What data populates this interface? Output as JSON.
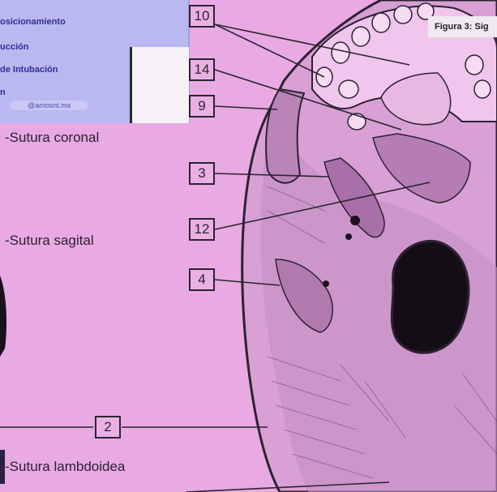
{
  "card": {
    "line1": "osicionamiento",
    "line2": "ucción",
    "line3": "de Intubación",
    "line4": "n",
    "handle": "@amosnt.mx"
  },
  "figure_caption": "Figura 3: Sig",
  "sutures": {
    "coronal": "Sutura coronal",
    "sagittal": "Sutura sagital",
    "lambdoid": "Sutura lambdoidea"
  },
  "labels": [
    "10",
    "14",
    "9",
    "3",
    "12",
    "4",
    "2"
  ]
}
